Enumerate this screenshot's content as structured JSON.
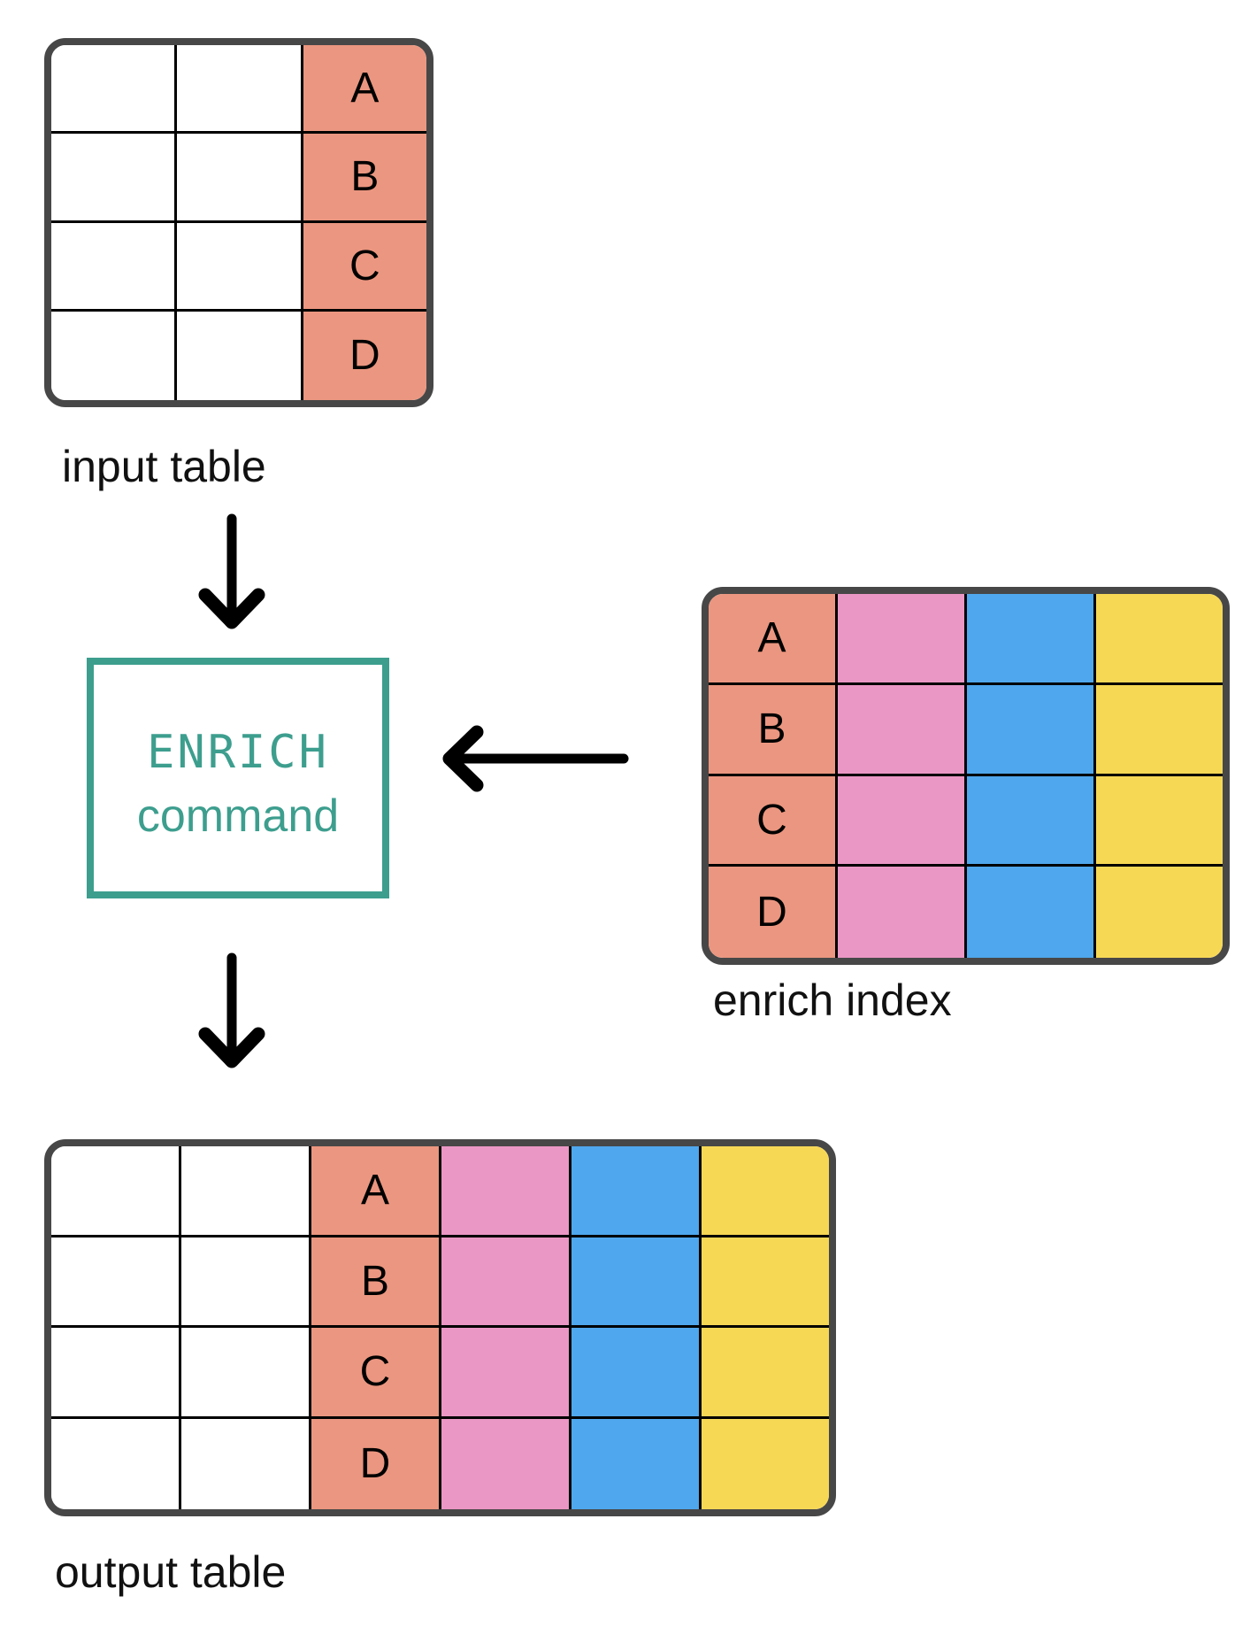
{
  "diagram": {
    "labels": {
      "input_table": "input table",
      "enrich_index": "enrich index",
      "output_table": "output table"
    },
    "enrich_box": {
      "line1": "ENRICH",
      "line2": "command"
    },
    "cell_letters": [
      "A",
      "B",
      "C",
      "D"
    ],
    "icons": {
      "input_to_enrich": "arrow-down",
      "index_to_enrich": "arrow-left",
      "enrich_to_output": "arrow-down"
    },
    "colors": {
      "key_column": "#EB9680",
      "enrich_col_pink": "#EB97C5",
      "enrich_col_blue": "#4FA7ED",
      "enrich_col_yellow": "#F7D855",
      "accent_teal": "#3D9E8E",
      "table_border": "#474747",
      "grid_line": "#000000",
      "cell_empty": "#FFFFFF",
      "arrow": "#000000",
      "label_text": "#111111"
    },
    "tables": {
      "input": {
        "rows": 4,
        "columns": [
          {
            "fill": "cell_empty"
          },
          {
            "fill": "cell_empty"
          },
          {
            "fill": "key_column",
            "letters": true
          }
        ]
      },
      "enrich": {
        "rows": 4,
        "columns": [
          {
            "fill": "key_column",
            "letters": true
          },
          {
            "fill": "enrich_col_pink"
          },
          {
            "fill": "enrich_col_blue"
          },
          {
            "fill": "enrich_col_yellow"
          }
        ]
      },
      "output": {
        "rows": 4,
        "columns": [
          {
            "fill": "cell_empty"
          },
          {
            "fill": "cell_empty"
          },
          {
            "fill": "key_column",
            "letters": true
          },
          {
            "fill": "enrich_col_pink"
          },
          {
            "fill": "enrich_col_blue"
          },
          {
            "fill": "enrich_col_yellow"
          }
        ]
      }
    }
  }
}
